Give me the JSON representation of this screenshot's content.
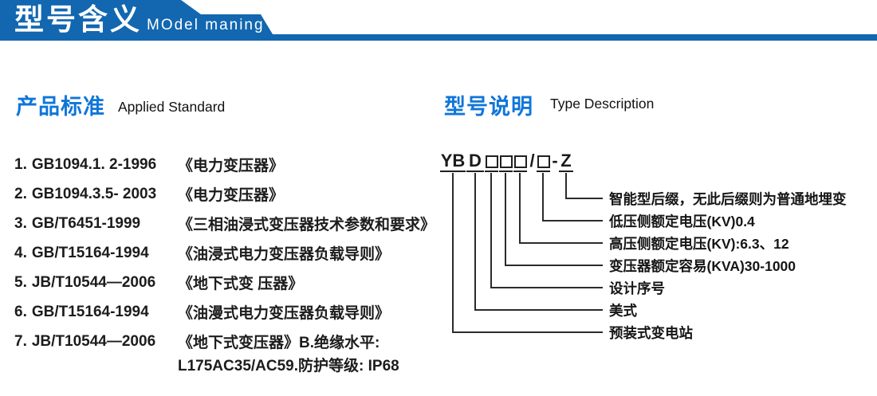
{
  "colors": {
    "banner_blue": "#1267b0",
    "heading_blue": "#0f76d9",
    "text_dark": "#1c1c1c",
    "line_dark": "#2b2b2b"
  },
  "header": {
    "title_cn": "型号含义",
    "title_en": "MOdel maning"
  },
  "standards": {
    "heading_cn": "产品标准",
    "heading_en": "Applied Standard",
    "items": [
      {
        "num": "1.",
        "code": "GB1094.1. 2-1996",
        "title": "《电力变压器》"
      },
      {
        "num": "2.",
        "code": "GB1094.3.5- 2003",
        "title": "《电力变压器》"
      },
      {
        "num": "3.",
        "code": "GB/T6451-1999",
        "title": "《三相油浸式变压器技术参数和要求》"
      },
      {
        "num": "4.",
        "code": "GB/T15164-1994",
        "title": "《油浸式电力变压器负载导则》"
      },
      {
        "num": "5.",
        "code": "JB/T10544—2006",
        "title": "《地下式变 压器》"
      },
      {
        "num": "6.",
        "code": "GB/T15164-1994",
        "title": "《油漫式电力变压器负载导则》"
      },
      {
        "num": "7.",
        "code": "JB/T10544—2006",
        "title": "《地下式变压器》B.绝缘水平:"
      }
    ],
    "continuation": "L175AC35/AC59.防护等级: IP68"
  },
  "typedesc": {
    "heading_cn": "型号说明",
    "heading_en": "Type Description",
    "model_code": {
      "prefix": "YB",
      "style_letter": "D",
      "slash": "/",
      "dash": "-",
      "suffix": "Z"
    },
    "labels": [
      "智能型后缀，无此后缀则为普通地埋变",
      "低压侧额定电压(KV)0.4",
      "高压侧额定电压(KV):6.3、12",
      "变压器额定容易(KVA)30-1000",
      "设计序号",
      "美式",
      "预装式变电站"
    ]
  }
}
